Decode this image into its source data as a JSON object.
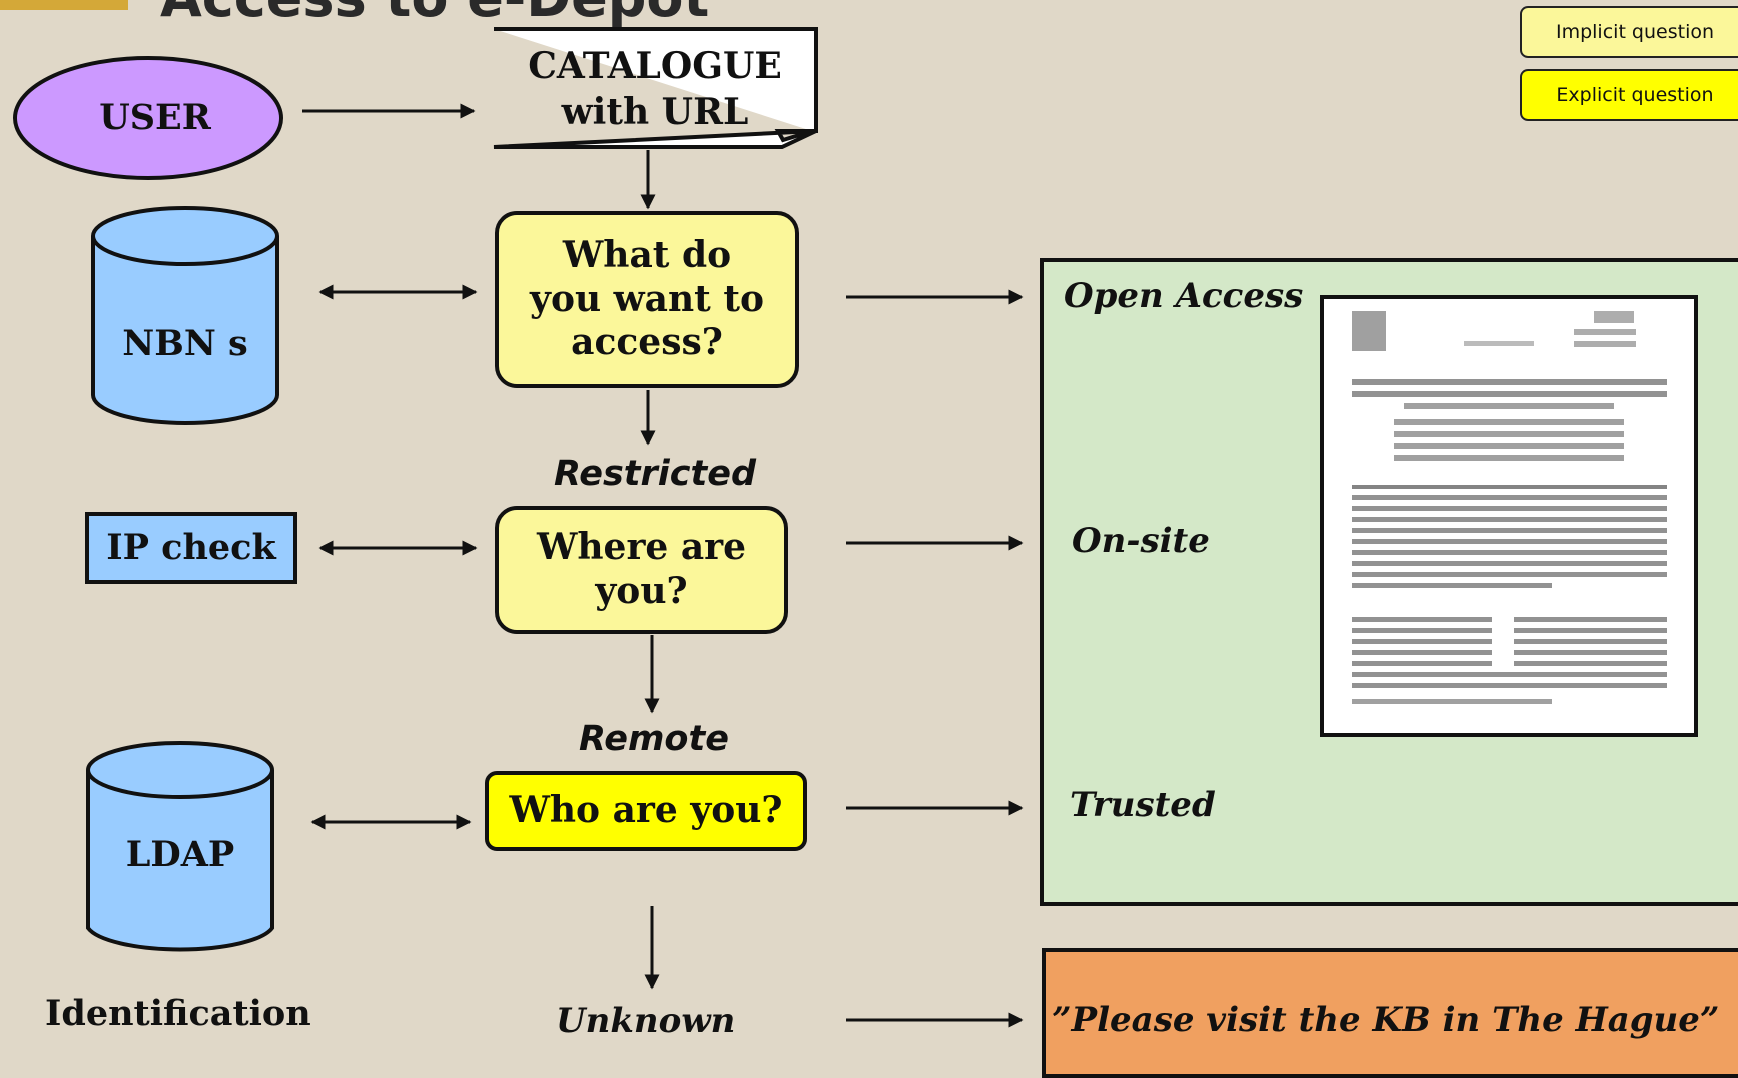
{
  "title": "Access to e-Depot",
  "legend": {
    "implicit": "Implicit question",
    "explicit": "Explicit question"
  },
  "nodes": {
    "user": "USER",
    "catalogue_line1": "CATALOGUE",
    "catalogue_line2": "with URL",
    "nbns": "NBN s",
    "what_access": "What do you want to access?",
    "ip_check": "IP check",
    "where_are_you": "Where are you?",
    "ldap": "LDAP",
    "who_are_you": "Who are you?"
  },
  "edge_labels": {
    "restricted": "Restricted",
    "remote": "Remote",
    "unknown": "Unknown"
  },
  "outcomes": {
    "open_access": "Open Access",
    "on_site": "On-site",
    "trusted": "Trusted",
    "visit": "”Please visit the KB in The Hague”"
  },
  "footer": {
    "identification": "Identification"
  },
  "colors": {
    "background": "#e0d8c8",
    "user_fill": "#cc99ff",
    "database_fill": "#99ccff",
    "implicit_fill": "#fbf79a",
    "explicit_fill": "#ffff00",
    "access_panel": "#d4e8c8",
    "denied_panel": "#f0a060"
  }
}
